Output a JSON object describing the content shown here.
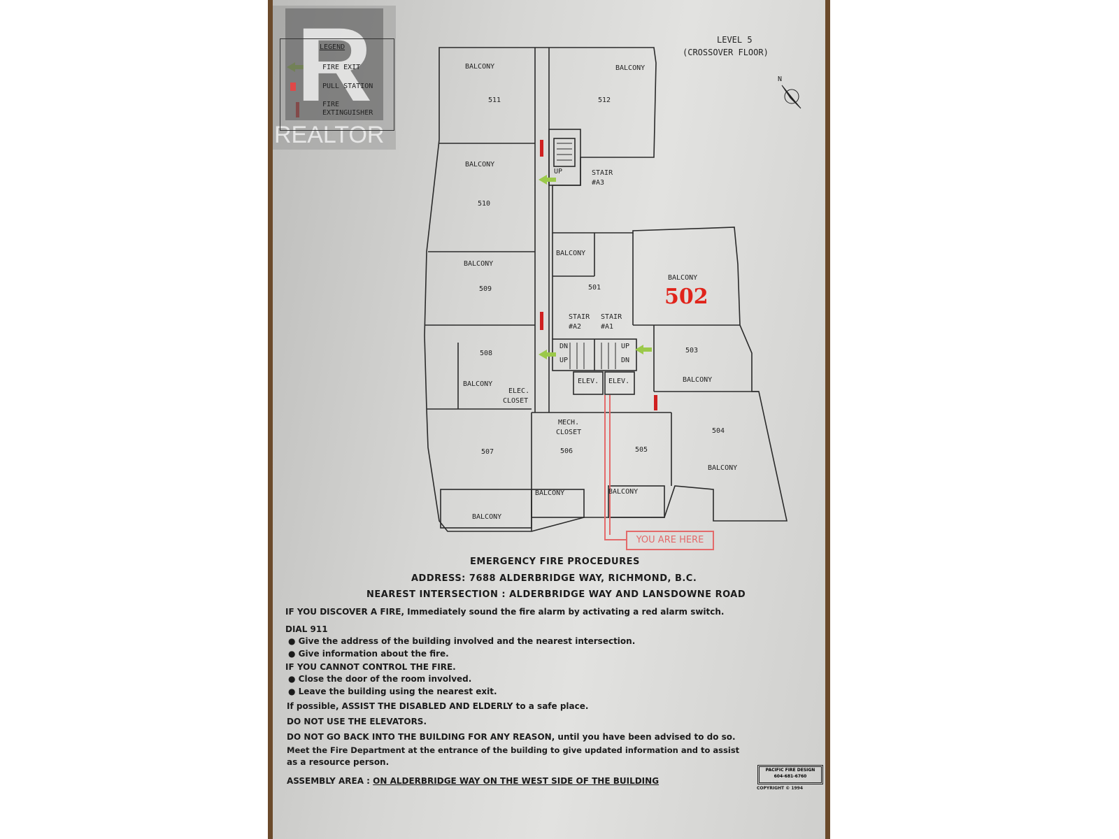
{
  "watermark": {
    "brand": "REALTOR",
    "letter": "R"
  },
  "legend": {
    "title": "LEGEND",
    "items": [
      {
        "label": "FIRE EXIT",
        "icon": "green-arrow-icon",
        "color": "#9bc94a"
      },
      {
        "label": "PULL STATION",
        "icon": "pull-station-icon",
        "color": "#e04848"
      },
      {
        "label": "FIRE EXTINGUISHER",
        "icon": "extinguisher-icon",
        "color": "#d02020"
      }
    ]
  },
  "level": {
    "line1": "LEVEL 5",
    "line2": "(CROSSOVER FLOOR)",
    "north": "N"
  },
  "floor_plan": {
    "units": [
      "511",
      "512",
      "510",
      "509",
      "508",
      "507",
      "506",
      "505",
      "504",
      "503",
      "501"
    ],
    "highlight_unit": "502",
    "balcony": "BALCONY",
    "stair_a3": "STAIR",
    "stair_a3_id": "#A3",
    "stair_a2": "STAIR",
    "stair_a2_id": "#A2",
    "stair_a1": "STAIR",
    "stair_a1_id": "#A1",
    "up": "UP",
    "dn": "DN",
    "elev": "ELEV.",
    "elec_closet": [
      "ELEC.",
      "CLOSET"
    ],
    "mech_closet": [
      "MECH.",
      "CLOSET"
    ],
    "you_are_here": "YOU ARE HERE",
    "highlight_color": "#e0241b"
  },
  "procedures": {
    "title": "EMERGENCY FIRE PROCEDURES",
    "address": "ADDRESS: 7688 ALDERBRIDGE WAY, RICHMOND, B.C.",
    "intersection": "NEAREST INTERSECTION : ALDERBRIDGE WAY AND LANSDOWNE ROAD",
    "discover": "IF YOU DISCOVER A FIRE, Immediately sound the fire alarm by activating a red alarm switch.",
    "dial": "DIAL 911",
    "dial_items": [
      "Give the address of the building involved and the nearest intersection.",
      "Give information about the fire."
    ],
    "cannot": "IF YOU CANNOT CONTROL THE FIRE.",
    "cannot_items": [
      "Close the door of the room involved.",
      "Leave the building using the nearest exit."
    ],
    "assist": "If possible, ASSIST THE DISABLED AND ELDERLY to a safe place.",
    "elevators": "DO NOT USE THE ELEVATORS.",
    "go_back": "DO NOT GO BACK INTO THE BUILDING FOR ANY REASON, until you have been advised to do so.",
    "meet_1": "Meet the Fire Department at the entrance of the building to give updated information and to assist",
    "meet_2": "as a resource person.",
    "assembly_label": "ASSEMBLY AREA :",
    "assembly_value": "ON ALDERBRIDGE WAY ON THE WEST SIDE OF THE BUILDING"
  },
  "maker": {
    "name": "PACIFIC FIRE DESIGN",
    "phone": "604-681-6760",
    "copyright": "COPYRIGHT © 1994"
  }
}
